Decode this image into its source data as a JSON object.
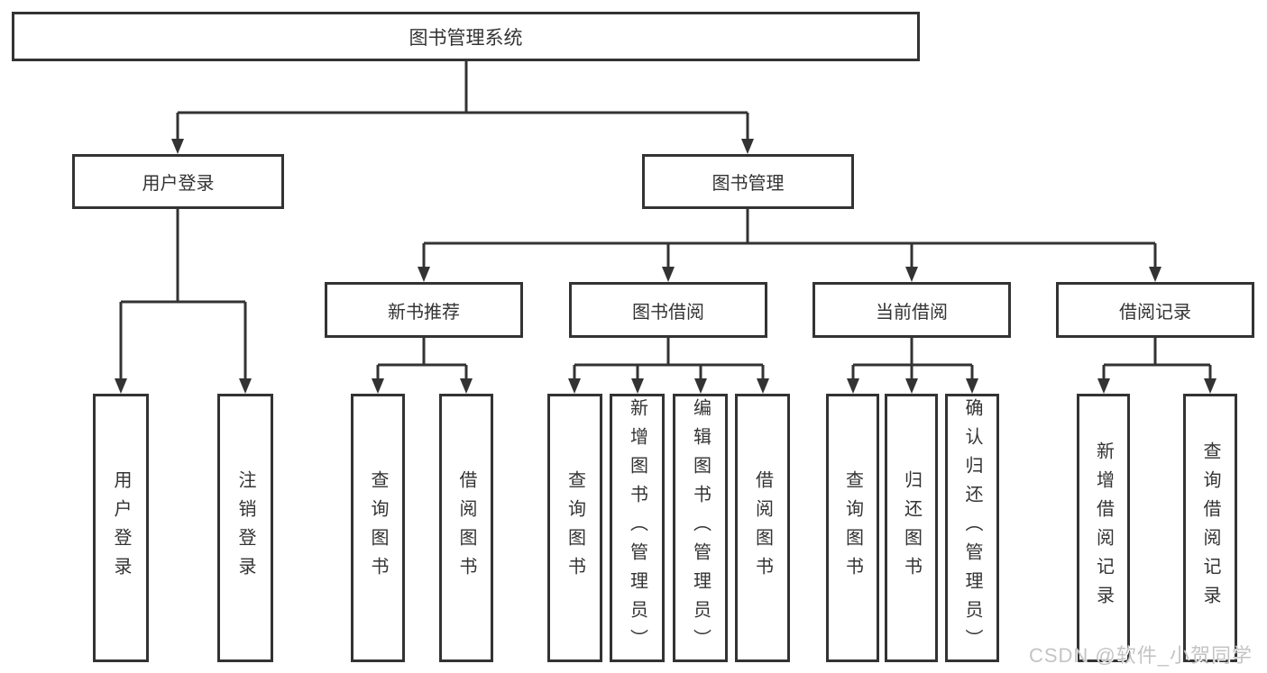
{
  "diagram": {
    "root": {
      "label": "图书管理系统"
    },
    "branches": {
      "user_login": {
        "label": "用户登录",
        "children": [
          "用户登录",
          "注销登录"
        ]
      },
      "book_management": {
        "label": "图书管理",
        "sections": [
          {
            "label": "新书推荐",
            "children": [
              "查询图书",
              "借阅图书"
            ]
          },
          {
            "label": "图书借阅",
            "children": [
              "查询图书",
              "新增图书（管理员）",
              "编辑图书（管理员）",
              "借阅图书"
            ]
          },
          {
            "label": "当前借阅",
            "children": [
              "查询图书",
              "归还图书",
              "确认归还（管理员）"
            ]
          },
          {
            "label": "借阅记录",
            "children": [
              "新增借阅记录",
              "查询借阅记录"
            ]
          }
        ]
      }
    }
  },
  "watermark": {
    "text": "CSDN @软件_小贺同学"
  },
  "colors": {
    "line": "#333333",
    "text": "#333333",
    "background": "#ffffff",
    "watermark": "#c4c4c4"
  }
}
